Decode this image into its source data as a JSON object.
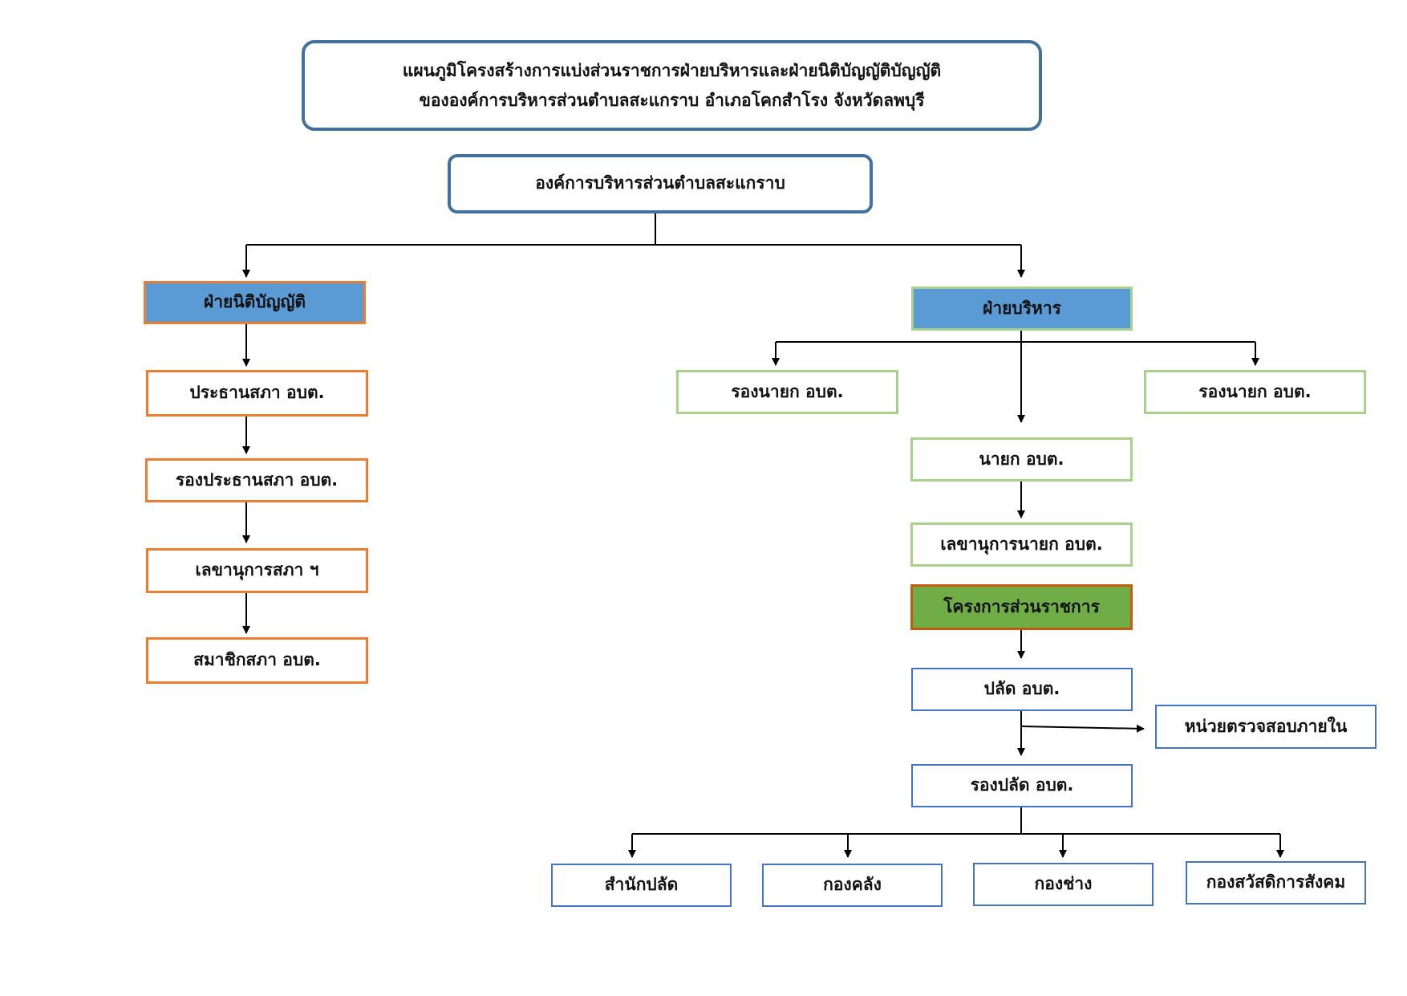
{
  "title": {
    "line1": "แผนภูมิโครงสร้างการแบ่งส่วนราชการฝ่ายบริหารและฝ่ายนิติบัญญัติบัญญัติ",
    "line2": "ขององค์การบริหารส่วนตำบลสะแกราบ อำเภอโคกสำโรง จังหวัดลพบุรี"
  },
  "org": "องค์การบริหารส่วนตำบลสะแกราบ",
  "legislative": {
    "header": "ฝ่ายนิติบัญญัติ",
    "chain": [
      "ประธานสภา อบต.",
      "รองประธานสภา อบต.",
      "เลขานุการสภา ฯ",
      "สมาชิกสภา อบต."
    ]
  },
  "executive": {
    "header": "ฝ่ายบริหาร",
    "deputy_left": "รองนายก อบต.",
    "deputy_right": "รองนายก อบต.",
    "mayor": "นายก อบต.",
    "secretary": "เลขานุการนายก อบต.",
    "structure": "โครงการส่วนราชการ",
    "clerk": "ปลัด อบต.",
    "audit": "หน่วยตรวจสอบภายใน",
    "deputy_clerk": "รองปลัด อบต.",
    "divisions": [
      "สำนักปลัด",
      "กองคลัง",
      "กองช่าง",
      "กองสวัสดิการสังคม"
    ]
  },
  "colors": {
    "title_border": "#41719c",
    "legislative_border": "#ed7d31",
    "executive_border": "#a9d18e",
    "admin_border": "#4472c4",
    "header_fill": "#5b9bd5",
    "structure_fill": "#70ad47"
  }
}
